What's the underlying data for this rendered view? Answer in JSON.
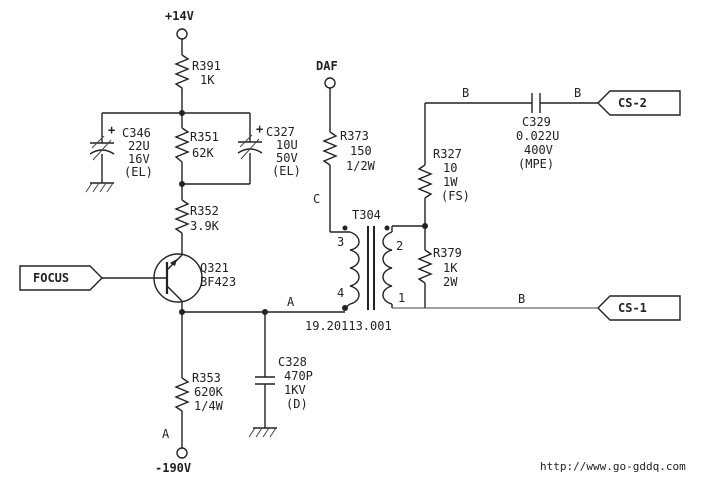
{
  "rails": {
    "top": "+14V",
    "bottom": "-190V",
    "daf": "DAF"
  },
  "ports": {
    "focus": "FOCUS",
    "cs2": "CS-2",
    "cs1": "CS-1"
  },
  "nodes": {
    "a_mid": "A",
    "a_bottom": "A",
    "b_top": "B",
    "b_right_top": "B",
    "b_right_bottom": "B",
    "c": "C"
  },
  "components": {
    "r391": {
      "ref": "R391",
      "value": "1K"
    },
    "r351": {
      "ref": "R351",
      "value": "62K"
    },
    "r352": {
      "ref": "R352",
      "value": "3.9K"
    },
    "r353": {
      "ref": "R353",
      "value": "620K",
      "rating": "1/4W"
    },
    "r373": {
      "ref": "R373",
      "value": "150",
      "rating": "1/2W"
    },
    "r327": {
      "ref": "R327",
      "value": "10",
      "rating": "1W",
      "note": "(FS)"
    },
    "r379": {
      "ref": "R379",
      "value": "1K",
      "rating": "2W"
    },
    "c346": {
      "ref": "C346",
      "value": "22U",
      "rating": "16V",
      "note": "(EL)"
    },
    "c327": {
      "ref": "C327",
      "value": "10U",
      "rating": "50V",
      "note": "(EL)"
    },
    "c328": {
      "ref": "C328",
      "value": "470P",
      "rating": "1KV",
      "note": "(D)"
    },
    "c329": {
      "ref": "C329",
      "value": "0.022U",
      "rating": "400V",
      "note": "(MPE)"
    },
    "q321": {
      "ref": "Q321",
      "part": "BF423"
    },
    "t304": {
      "ref": "T304",
      "part": "19.20113.001"
    }
  },
  "pins": {
    "p1": "1",
    "p2": "2",
    "p3": "3",
    "p4": "4"
  },
  "polarity": {
    "c346_plus": "+",
    "c327_plus": "+"
  },
  "watermark": "http://www.go-gddq.com"
}
